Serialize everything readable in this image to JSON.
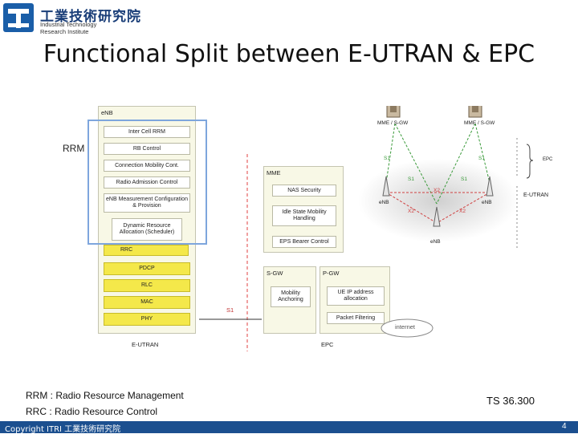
{
  "logo": {
    "chinese_name": "工業技術研究院",
    "english_line1": "Industrial Technology",
    "english_line2": "Research Institute"
  },
  "slide": {
    "title": "Functional Split between E-UTRAN & EPC",
    "rrm_label": "RRM",
    "legend": [
      "RRM : Radio Resource Management",
      "RRC : Radio Resource Control"
    ],
    "spec_ref": "TS 36.300",
    "copyright": "Copyright  ITRI 工業技術研究院",
    "page_number": "4"
  },
  "diagram": {
    "enb": {
      "title": "eNB",
      "functions": [
        "Inter Cell RRM",
        "RB Control",
        "Connection Mobility Cont.",
        "Radio Admission Control",
        "eNB Measurement Configuration & Provision",
        "Dynamic Resource Allocation (Scheduler)"
      ],
      "protocol_stack": [
        "RRC",
        "PDCP",
        "RLC",
        "MAC",
        "PHY"
      ],
      "bottom_label": "E-UTRAN"
    },
    "mme": {
      "title": "MME",
      "functions": [
        "NAS Security",
        "Idle State Mobility Handling",
        "EPS Bearer Control"
      ]
    },
    "sgw": {
      "title": "S-GW",
      "functions": [
        "Mobility Anchoring"
      ]
    },
    "pgw": {
      "title": "P-GW",
      "functions": [
        "UE IP address allocation",
        "Packet Filtering"
      ]
    },
    "internet_label": "internet",
    "s1_label": "S1",
    "epc_label": "EPC",
    "network": {
      "core_nodes": [
        "MME / S-GW",
        "MME / S-GW"
      ],
      "enb_nodes": [
        "eNB",
        "eNB",
        "eNB"
      ],
      "s1_links": [
        "S1",
        "S1",
        "S1",
        "S1"
      ],
      "x2_links": [
        "X2",
        "X2",
        "X2"
      ],
      "epc_bracket": "EPC",
      "eutran_bracket": "E-UTRAN"
    }
  },
  "colors": {
    "footer_bar": "#1b4f8f",
    "rrm_frame": "#7ea6dd",
    "protocol_fill": "#f4e84a",
    "s1_line": "#e04040"
  }
}
